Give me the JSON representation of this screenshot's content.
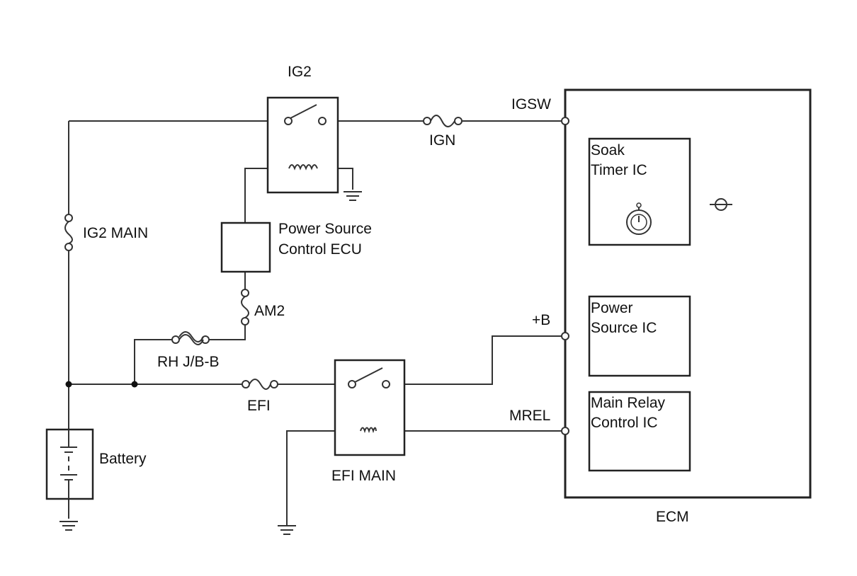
{
  "labels": {
    "ig2": "IG2",
    "igsw": "IGSW",
    "ign": "IGN",
    "ig2_main": "IG2 MAIN",
    "power_source_ecu_1": "Power Source",
    "power_source_ecu_2": "Control ECU",
    "am2": "AM2",
    "rh_jb": "RH J/B-B",
    "efi": "EFI",
    "efi_main": "EFI MAIN",
    "battery": "Battery",
    "plus_b": "+B",
    "mrel": "MREL",
    "ecm": "ECM",
    "soak_timer_1": "Soak",
    "soak_timer_2": "Timer IC",
    "power_source_ic_1": "Power",
    "power_source_ic_2": "Source IC",
    "main_relay_ic_1": "Main Relay",
    "main_relay_ic_2": "Control IC"
  }
}
